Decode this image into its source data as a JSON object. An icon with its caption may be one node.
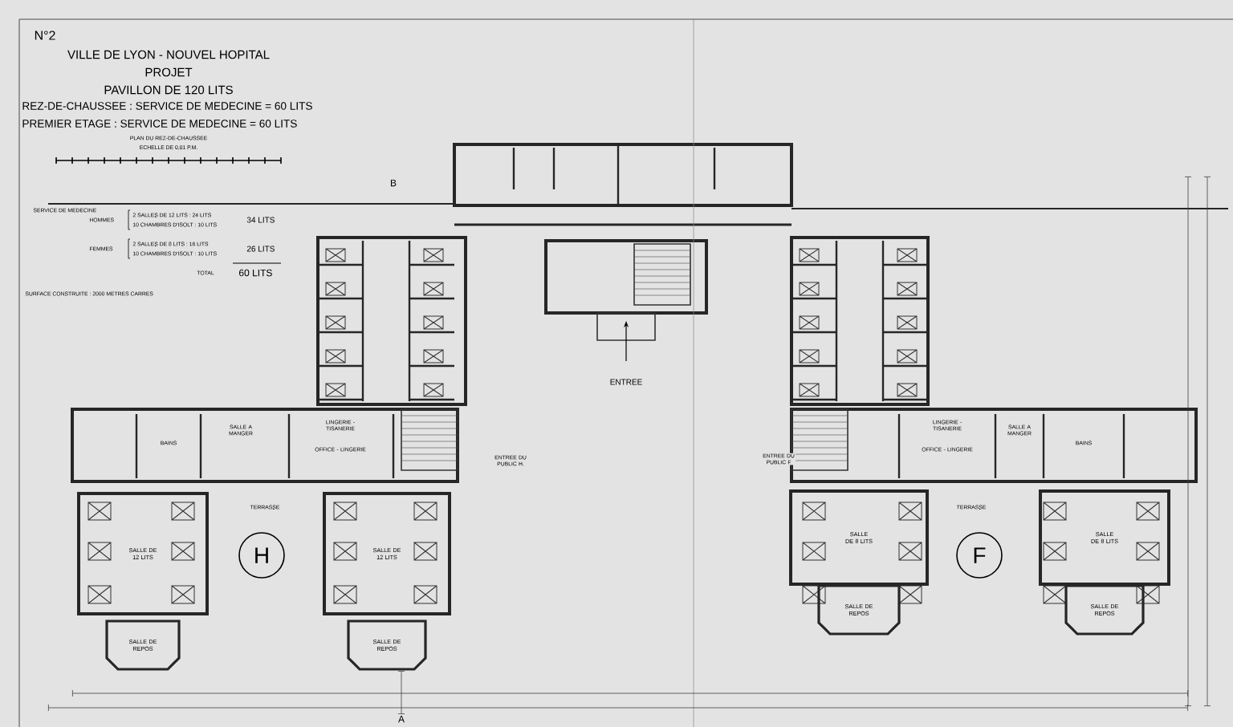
{
  "diagram": {
    "title": "VILLE DE LYON - NOUVEL HOPITAL",
    "nodes": [
      {
        "text": [
          "SALLE DE 12 LITS"
        ]
      },
      {
        "text": [
          "SALLE DE REPOS"
        ]
      },
      {
        "text": [
          "H"
        ]
      },
      {
        "text": [
          "SALLE DE 12 LITS"
        ]
      },
      {
        "text": [
          "SALLE DE REPOS"
        ]
      },
      {
        "text": [
          "SALLE DE 8 LITS"
        ]
      },
      {
        "text": [
          "SALLE DE REPOS"
        ]
      },
      {
        "text": [
          "F"
        ]
      },
      {
        "text": [
          "SALLE DE 8 LITS"
        ]
      },
      {
        "text": [
          "SALLE DE REPOS"
        ]
      }
    ],
    "labels": [
      "N°2",
      "PROJET",
      "PAVILLON DE 120 LITS",
      "REZ-DE-CHAUSSEE : SERVICE DE MEDECINE = 60 LITS",
      "PREMIER ETAGE : SERVICE DE MEDECINE = 60 LITS",
      "PLAN DU REZ-DE-CHAUSSEE",
      "ECHELLE DE 0,01 P.M.",
      "SERVICE DE MEDECINE",
      "HOMMES",
      "2 SALLES DE 12 LITS : 24 LITS",
      "10 CHAMBRES D'ISOLT : 10 LITS",
      "34 LITS",
      "FEMMES",
      "2 SALLES DE 8 LITS : 16 LITS",
      "10 CHAMBRES D'ISOLT : 10 LITS",
      "26 LITS",
      "TOTAL",
      "60 LITS",
      "SURFACE CONSTRUITE : 2000 METRES CARRES",
      "B",
      "ENTREE",
      "ENTREE DU PUBLIC H.",
      "ENTREE DU PUBLIC F",
      "BAINS",
      "SALLE A MANGER",
      "LINGERIE - TISANERIE",
      "OFFICE - LINGERIE",
      "LINGERIE - TISANERIE",
      "OFFICE - LINGERIE",
      "SALLE A MANGER",
      "BAINS",
      "TERRASSE",
      "TERRASSE",
      "A"
    ]
  }
}
